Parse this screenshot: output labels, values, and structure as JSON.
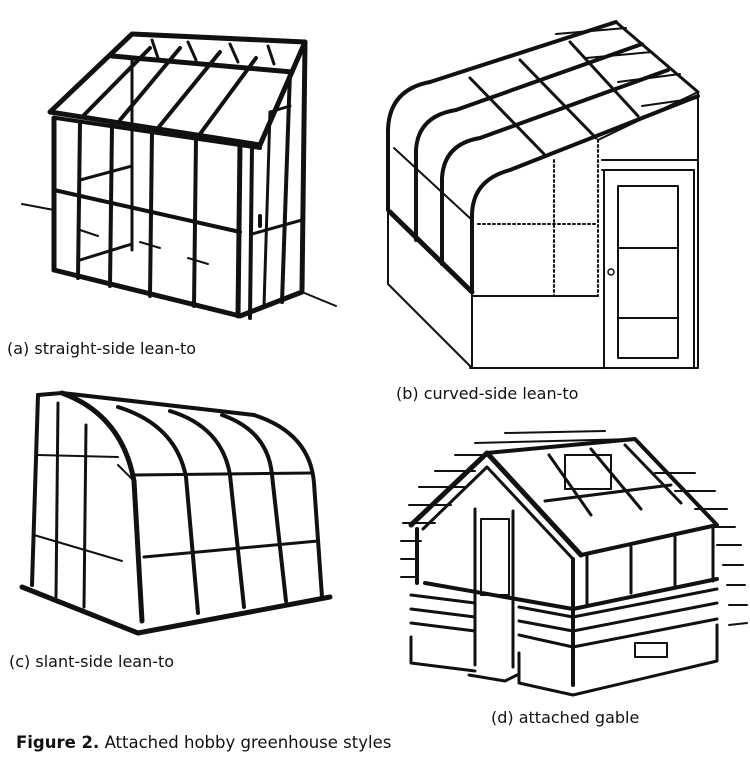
{
  "figure": {
    "number_label": "Figure 2.",
    "title": "Attached hobby greenhouse styles"
  },
  "panels": [
    {
      "id": "a",
      "label": "(a) straight-side lean-to"
    },
    {
      "id": "b",
      "label": "(b) curved-side lean-to"
    },
    {
      "id": "c",
      "label": "(c) slant-side lean-to"
    },
    {
      "id": "d",
      "label": "(d) attached gable"
    }
  ],
  "colors": {
    "ink": "#111111",
    "background": "#ffffff"
  }
}
